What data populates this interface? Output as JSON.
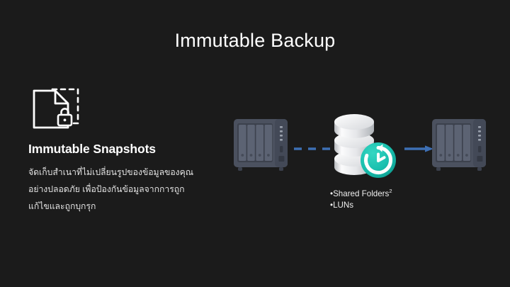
{
  "slide": {
    "title": "Immutable Backup",
    "background_color": "#1b1b1b"
  },
  "feature": {
    "icon": "document-lock-icon",
    "heading": "Immutable Snapshots",
    "description_lines": [
      "จัดเก็บสำเนาที่ไม่เปลี่ยนรูปของข้อมูลของคุณ",
      "อย่างปลอดภัย เพื่อป้องกันข้อมูลจากการถูก",
      "แก้ไขและถูกบุกรุก"
    ]
  },
  "diagram": {
    "source_device": {
      "icon": "nas-device-icon",
      "bays": 4,
      "body_color": "#4b515f",
      "bay_color": "#5c6373"
    },
    "storage": {
      "icon": "database-stack-icon",
      "tiers": 3,
      "color": "#e8e9eb",
      "badge": {
        "icon": "restore-clock-icon",
        "color": "#19bfae"
      }
    },
    "target_device": {
      "icon": "nas-device-icon",
      "bays": 4,
      "body_color": "#4b515f",
      "bay_color": "#5c6373"
    },
    "connector_in": {
      "icon": "dashed-line-connector",
      "style": "dashed",
      "color": "#3d6fb4",
      "arrowhead": false
    },
    "connector_out": {
      "icon": "arrow-right-connector",
      "style": "solid",
      "color": "#3d6fb4",
      "arrowhead": true
    },
    "targets": [
      {
        "label": "Shared Folders",
        "superscript": "2"
      },
      {
        "label": "LUNs",
        "superscript": ""
      }
    ],
    "bullet_char": "•"
  }
}
